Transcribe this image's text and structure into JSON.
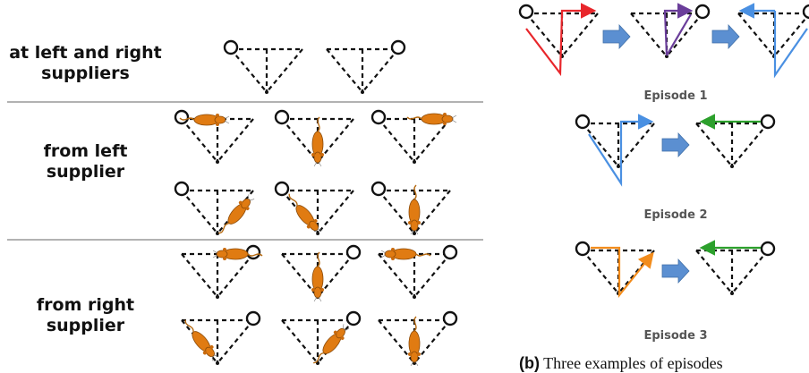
{
  "rows": [
    {
      "line1": "at left and right",
      "line2": "suppliers"
    },
    {
      "line1": "from left",
      "line2": "supplier"
    },
    {
      "line1": "from right",
      "line2": "supplier"
    }
  ],
  "episodes": [
    "Episode 1",
    "Episode 2",
    "Episode 3"
  ],
  "caption": {
    "tag": "(b)",
    "text": "Three examples of episodes"
  },
  "colors": {
    "rat": "#e07b12",
    "red": "#e8262b",
    "purple": "#6a3d9a",
    "blue": "#4a90e2",
    "green": "#2ca02c",
    "orange": "#f28c1c",
    "block_arrow": "#5b8fd1"
  }
}
